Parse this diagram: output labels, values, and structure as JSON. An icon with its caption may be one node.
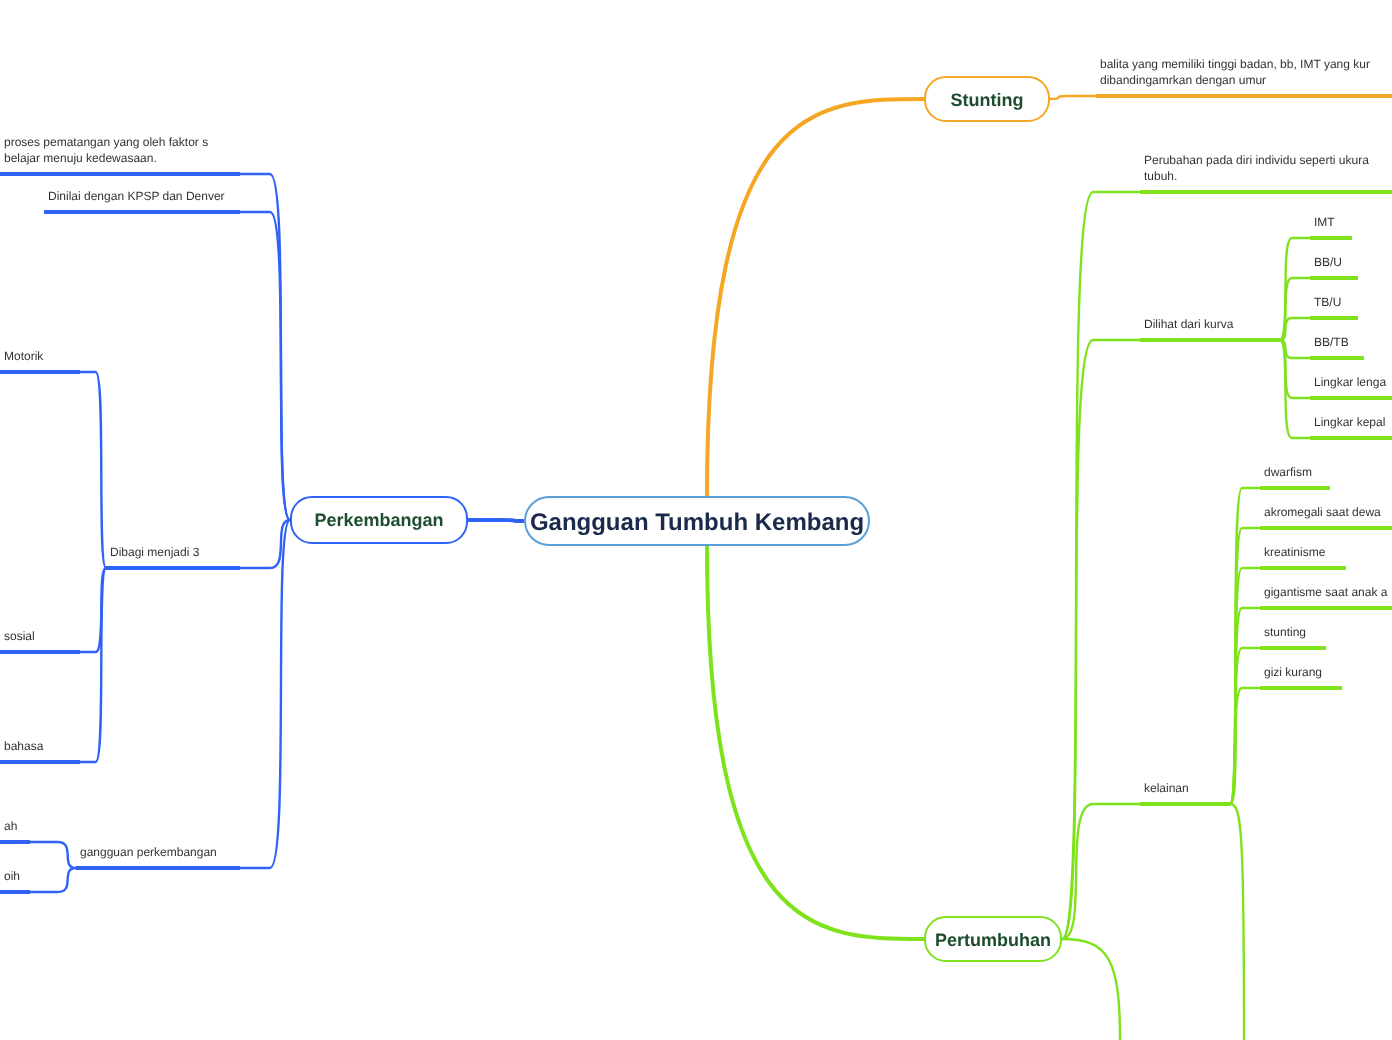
{
  "diagram": {
    "nodes": [
      {
        "text": [
          "Gangguan Tumbuh Kembang"
        ]
      },
      {
        "text": [
          "Stunting"
        ]
      },
      {
        "text": [
          "Perkembangan"
        ]
      },
      {
        "text": [
          "Pertumbuhan"
        ]
      },
      {
        "text": [
          "balita yang memiliki tinggi badan, bb, IMT yang kur dibandingamrkan dengan umur"
        ]
      },
      {
        "text": [
          "proses pematangan yang oleh faktor s belajar menuju kedewasaan."
        ]
      },
      {
        "text": [
          "Dinilai dengan KPSP dan Denver"
        ]
      },
      {
        "text": [
          "Dibagi menjadi 3"
        ]
      },
      {
        "text": [
          "gangguan perkembangan"
        ]
      },
      {
        "text": [
          "Motorik"
        ]
      },
      {
        "text": [
          "sosial"
        ]
      },
      {
        "text": [
          "bahasa"
        ]
      },
      {
        "text": [
          "ah"
        ]
      },
      {
        "text": [
          "oih"
        ]
      },
      {
        "text": [
          "Perubahan pada diri individu seperti ukura tubuh."
        ]
      },
      {
        "text": [
          "Dilihat dari  kurva"
        ]
      },
      {
        "text": [
          "kelainan"
        ]
      },
      {
        "text": [
          "IMT"
        ]
      },
      {
        "text": [
          "BB/U"
        ]
      },
      {
        "text": [
          "TB/U"
        ]
      },
      {
        "text": [
          "BB/TB"
        ]
      },
      {
        "text": [
          "Lingkar lenga"
        ]
      },
      {
        "text": [
          "Lingkar kepal"
        ]
      },
      {
        "text": [
          "dwarfism"
        ]
      },
      {
        "text": [
          "akromegali  saat dewa"
        ]
      },
      {
        "text": [
          "kreatinisme"
        ]
      },
      {
        "text": [
          "gigantisme saat anak a"
        ]
      },
      {
        "text": [
          "stunting"
        ]
      },
      {
        "text": [
          "gizi kurang"
        ]
      }
    ],
    "edges": [
      {
        "from": 0,
        "to": 1,
        "arrow": "none",
        "color": "#f5a623"
      },
      {
        "from": 0,
        "to": 2,
        "arrow": "none",
        "color": "#2f62f5"
      },
      {
        "from": 0,
        "to": 3,
        "arrow": "none"
      },
      {
        "from": 1,
        "to": 4,
        "arrow": "none",
        "color": "#f5a623"
      },
      {
        "from": 2,
        "to": 5,
        "arrow": "none",
        "color": "#2f62f5"
      },
      {
        "from": 2,
        "to": 6,
        "arrow": "none",
        "color": "#2f62f5"
      },
      {
        "from": 2,
        "to": 7,
        "arrow": "none",
        "color": "#2f62f5"
      },
      {
        "from": 2,
        "to": 8,
        "arrow": "none",
        "color": "#2f62f5"
      },
      {
        "from": 7,
        "to": 9,
        "arrow": "none",
        "color": "#2f62f5"
      },
      {
        "from": 7,
        "to": 10,
        "arrow": "none",
        "color": "#2f62f5"
      },
      {
        "from": 7,
        "to": 11,
        "arrow": "none",
        "color": "#2f62f5"
      },
      {
        "from": 8,
        "to": 12,
        "arrow": "none",
        "color": "#2f62f5"
      },
      {
        "from": 8,
        "to": 13,
        "arrow": "none",
        "color": "#2f62f5"
      },
      {
        "from": 3,
        "to": 14,
        "arrow": "none"
      },
      {
        "from": 3,
        "to": 15,
        "arrow": "none"
      },
      {
        "from": 3,
        "to": 16,
        "arrow": "none"
      },
      {
        "from": 3,
        "to": null,
        "arrow": "none"
      },
      {
        "from": 15,
        "to": 17,
        "arrow": "none"
      },
      {
        "from": 15,
        "to": 18,
        "arrow": "none"
      },
      {
        "from": 15,
        "to": 19,
        "arrow": "none"
      },
      {
        "from": 15,
        "to": 20,
        "arrow": "none"
      },
      {
        "from": 15,
        "to": 21,
        "arrow": "none"
      },
      {
        "from": 15,
        "to": 22,
        "arrow": "none"
      },
      {
        "from": 16,
        "to": 23,
        "arrow": "none"
      },
      {
        "from": 16,
        "to": 24,
        "arrow": "none"
      },
      {
        "from": 16,
        "to": 25,
        "arrow": "none"
      },
      {
        "from": 16,
        "to": 26,
        "arrow": "none"
      },
      {
        "from": 16,
        "to": 27,
        "arrow": "none"
      },
      {
        "from": 16,
        "to": 28,
        "arrow": "none"
      },
      {
        "from": 16,
        "to": null,
        "arrow": "none"
      }
    ]
  }
}
